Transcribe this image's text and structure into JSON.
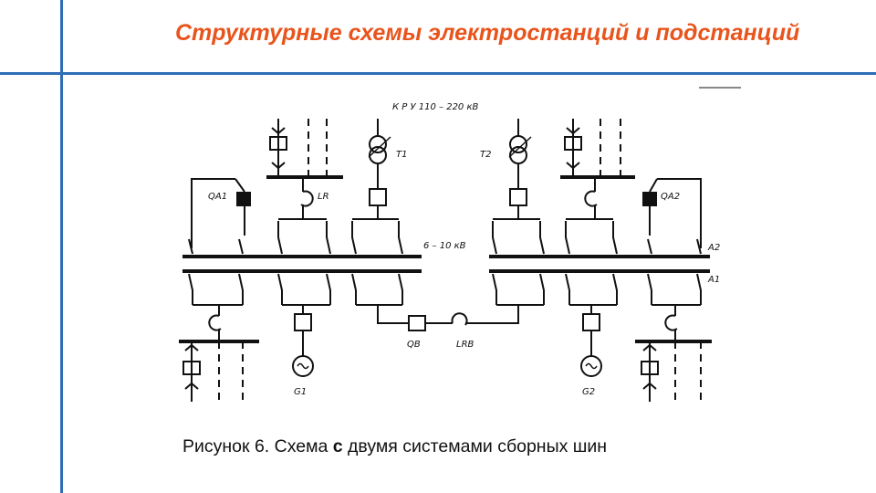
{
  "slide": {
    "title": "Структурные схемы электростанций и подстанций",
    "caption_before": "Рисунок 6. Схема ",
    "caption_bold": "с",
    "caption_after": " двумя системами сборных шин"
  },
  "diagram": {
    "labels": {
      "kru": "К Р У  110 – 220 кВ",
      "t1": "Т1",
      "t2": "Т2",
      "qa1": "QA1",
      "qa2": "QA2",
      "lr": "LR",
      "voltage": "6 – 10 кВ",
      "a2": "А2",
      "a1": "А1",
      "qb": "QB",
      "lrb": "LRB",
      "g1": "G1",
      "g2": "G2"
    }
  },
  "colors": {
    "accent_line": "#2f6db5",
    "title": "#e8541c"
  }
}
